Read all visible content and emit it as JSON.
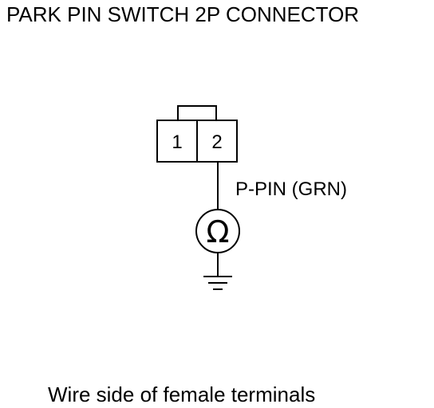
{
  "title": "PARK PIN SWITCH 2P CONNECTOR",
  "connector": {
    "pins": [
      "1",
      "2"
    ]
  },
  "wire_label": "P-PIN (GRN)",
  "meter_symbol": "Ω",
  "ground_symbol": "ground-icon",
  "footer": "Wire side of female terminals",
  "colors": {
    "line": "#000000",
    "background": "#ffffff"
  }
}
